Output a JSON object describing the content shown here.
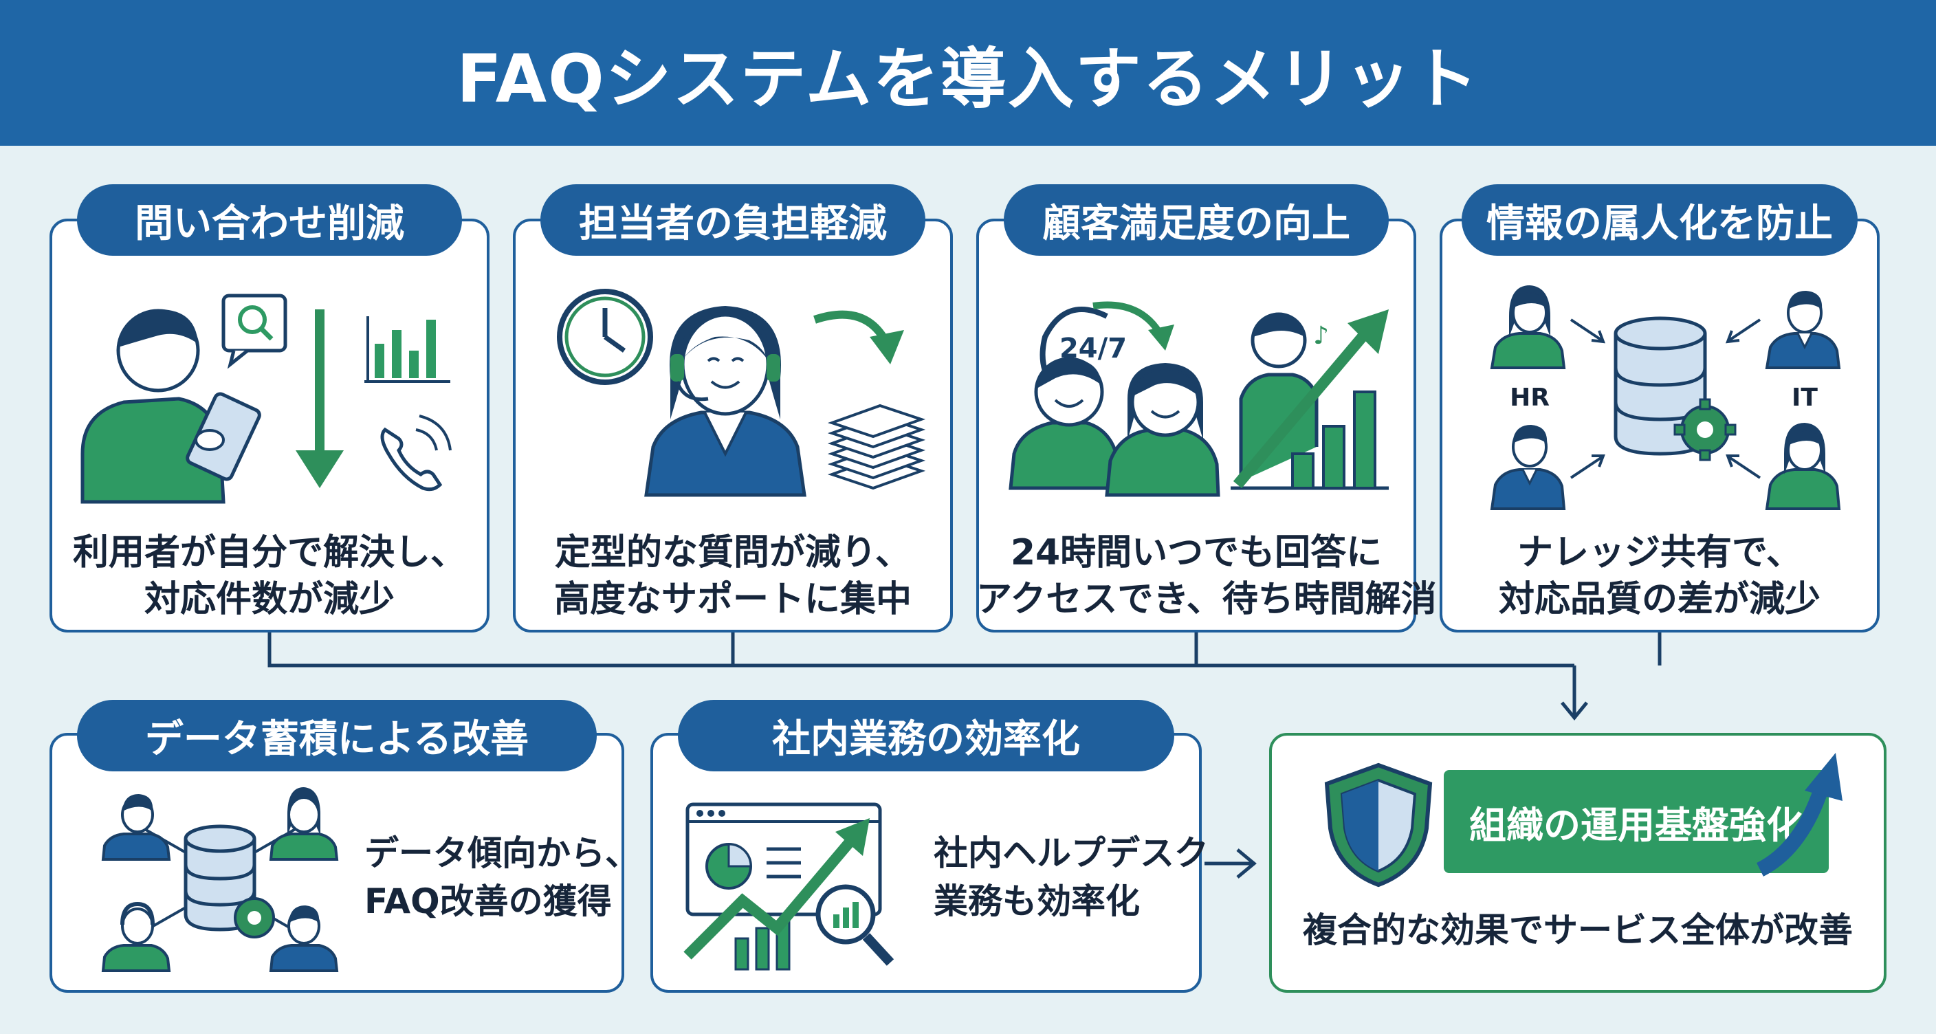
{
  "title": "FAQシステムを導入するメリット",
  "cards": [
    {
      "title": "問い合わせ削減",
      "lines": [
        "利用者が自分で解決し、",
        "対応件数が減少"
      ]
    },
    {
      "title": "担当者の負担軽減",
      "lines": [
        "定型的な質問が減り、",
        "高度なサポートに集中"
      ]
    },
    {
      "title": "顧客満足度の向上",
      "lines": [
        "24時間いつでも回答に",
        "アクセスでき、待ち時間解消"
      ],
      "badge": "24/7"
    },
    {
      "title": "情報の属人化を防止",
      "lines": [
        "ナレッジ共有で、",
        "対応品質の差が減少"
      ],
      "labels": [
        "HR",
        "IT"
      ]
    }
  ],
  "bottom_cards": [
    {
      "title": "データ蓄積による改善",
      "lines": [
        "データ傾向から、",
        "FAQ改善の獲得"
      ]
    },
    {
      "title": "社内業務の効率化",
      "lines": [
        "社内ヘルプデスク",
        "業務も効率化"
      ]
    }
  ],
  "result": {
    "title": "組織の運用基盤強化",
    "text": "複合的な効果でサービス全体が改善"
  },
  "colors": {
    "header": "#1f66a6",
    "pill": "#1f5f9c",
    "accent_green": "#2e8f5b",
    "background": "#e6f1f4"
  }
}
